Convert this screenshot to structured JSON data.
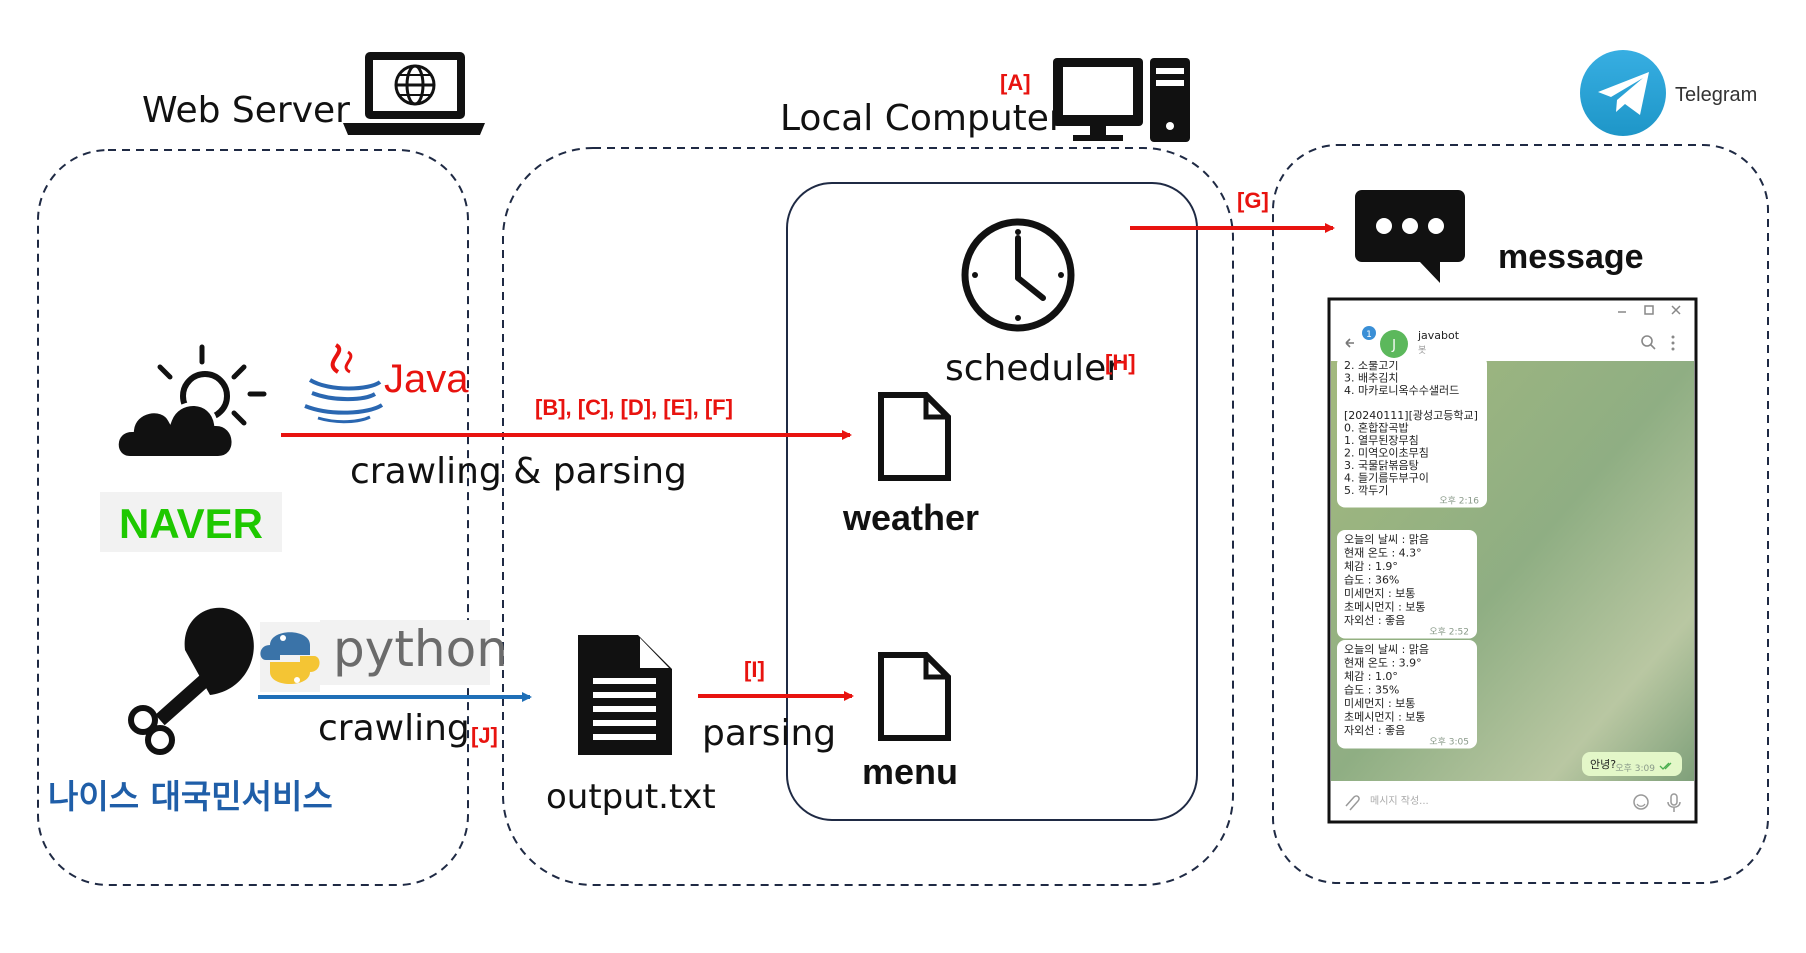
{
  "zones": {
    "web_server": {
      "label": "Web Server"
    },
    "local_computer": {
      "label": "Local Computer",
      "tag": "[A]"
    },
    "telegram": {
      "label": "Telegram"
    }
  },
  "sources": {
    "naver": "NAVER",
    "java": "Java",
    "python": "python",
    "neis": "나이스 대국민서비스"
  },
  "flows": {
    "crawl_parse": {
      "tags": "[B], [C], [D], [E], [F]",
      "label": "crawling & parsing"
    },
    "crawl": {
      "label": "crawling",
      "tag": "[J]"
    },
    "parse": {
      "label": "parsing",
      "tag": "[I]"
    },
    "send": {
      "tag": "[G]"
    }
  },
  "files": {
    "output": "output.txt",
    "weather": "weather",
    "menu": "menu"
  },
  "scheduler": {
    "label": "scheduler",
    "tag": "[H]"
  },
  "message": {
    "label": "message"
  },
  "chat": {
    "name": "javabot",
    "sub": "봇",
    "badge": "1",
    "avatar": "J",
    "bubble1": {
      "lines": [
        "2. 소불고기",
        "3. 배추김치",
        "4. 마카로니옥수수샐러드",
        "",
        "[20240111][광성고등학교]",
        "0. 혼합잡곡밥",
        "1. 열무된장무침",
        "2. 미역오이초무침",
        "3. 국물닭볶음탕",
        "4. 들기름두부구이",
        "5. 깍두기"
      ],
      "time": "오후 2:16"
    },
    "bubble2": {
      "lines": [
        "오늘의 날씨 : 맑음",
        "현재 온도 : 4.3°",
        "체감 : 1.9°",
        "습도 : 36%",
        "미세먼지 : 보통",
        "초메시먼지 : 보통",
        "자외선 : 좋음"
      ],
      "time": "오후 2:52"
    },
    "bubble3": {
      "lines": [
        "오늘의 날씨 : 맑음",
        "현재 온도 : 3.9°",
        "체감 : 1.0°",
        "습도 : 35%",
        "미세먼지 : 보통",
        "초메시먼지 : 보통",
        "자외선 : 좋음"
      ],
      "time": "오후 3:05"
    },
    "outgoing": {
      "text": "안녕?",
      "time": "오후 3:09"
    },
    "input_placeholder": "메시지 작성..."
  }
}
